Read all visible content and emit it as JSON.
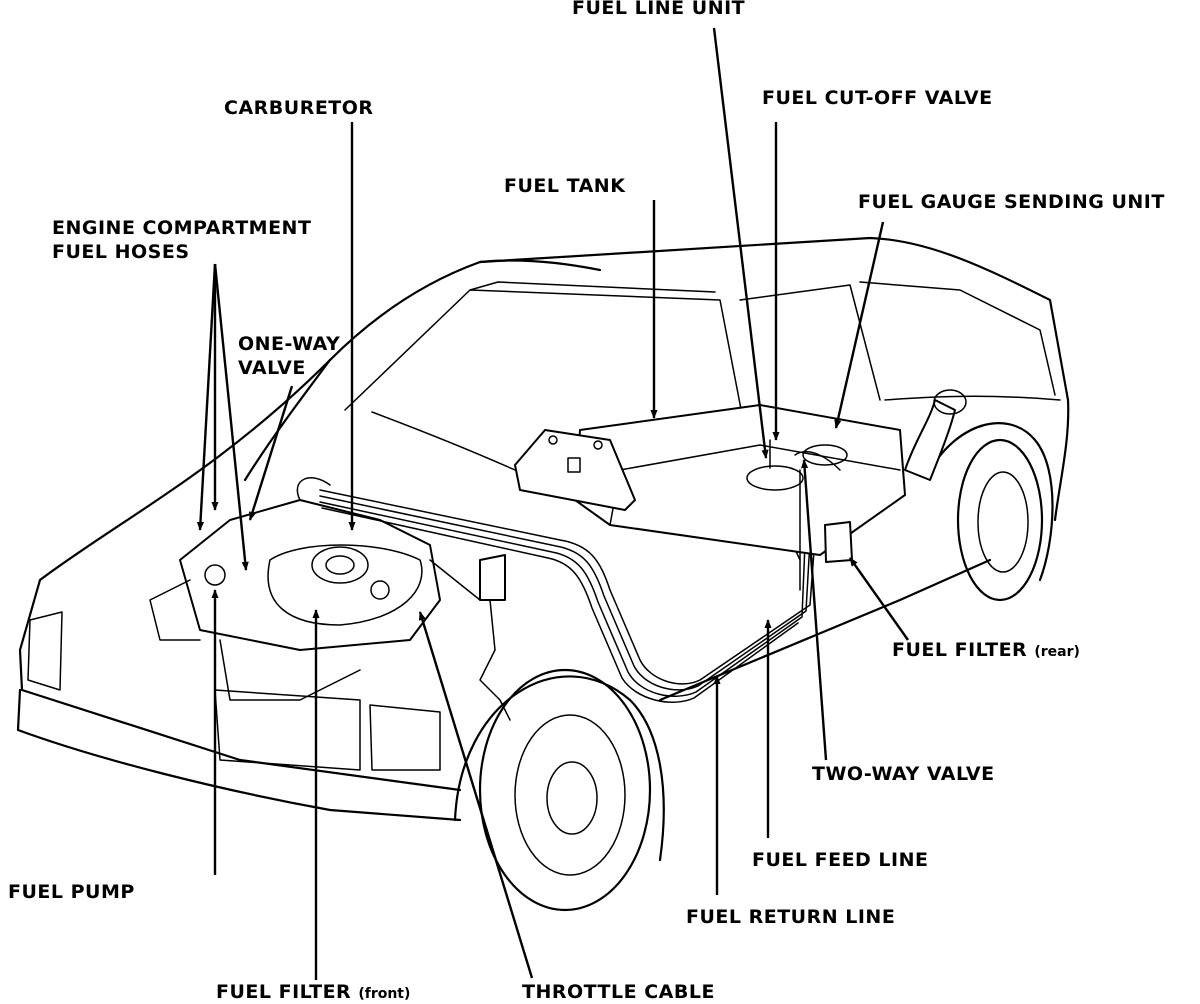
{
  "labels": {
    "fuel_line_unit": "FUEL LINE UNIT",
    "fuel_cutoff_valve": "FUEL CUT-OFF VALVE",
    "carburetor": "CARBURETOR",
    "fuel_tank": "FUEL TANK",
    "fuel_gauge_sending_unit": "FUEL GAUGE SENDING UNIT",
    "engine_compartment_fuel_hoses_1": "ENGINE COMPARTMENT",
    "engine_compartment_fuel_hoses_2": "FUEL HOSES",
    "one_way_valve_1": "ONE-WAY",
    "one_way_valve_2": "VALVE",
    "fuel_filter_rear": "FUEL FILTER",
    "fuel_filter_rear_note": "(rear)",
    "two_way_valve": "TWO-WAY VALVE",
    "fuel_feed_line": "FUEL FEED LINE",
    "fuel_pump": "FUEL PUMP",
    "fuel_return_line": "FUEL RETURN LINE",
    "fuel_filter_front": "FUEL FILTER",
    "fuel_filter_front_note": "(front)",
    "throttle_cable": "THROTTLE CABLE"
  },
  "colors": {
    "ink": "#000000",
    "paper": "#ffffff"
  }
}
